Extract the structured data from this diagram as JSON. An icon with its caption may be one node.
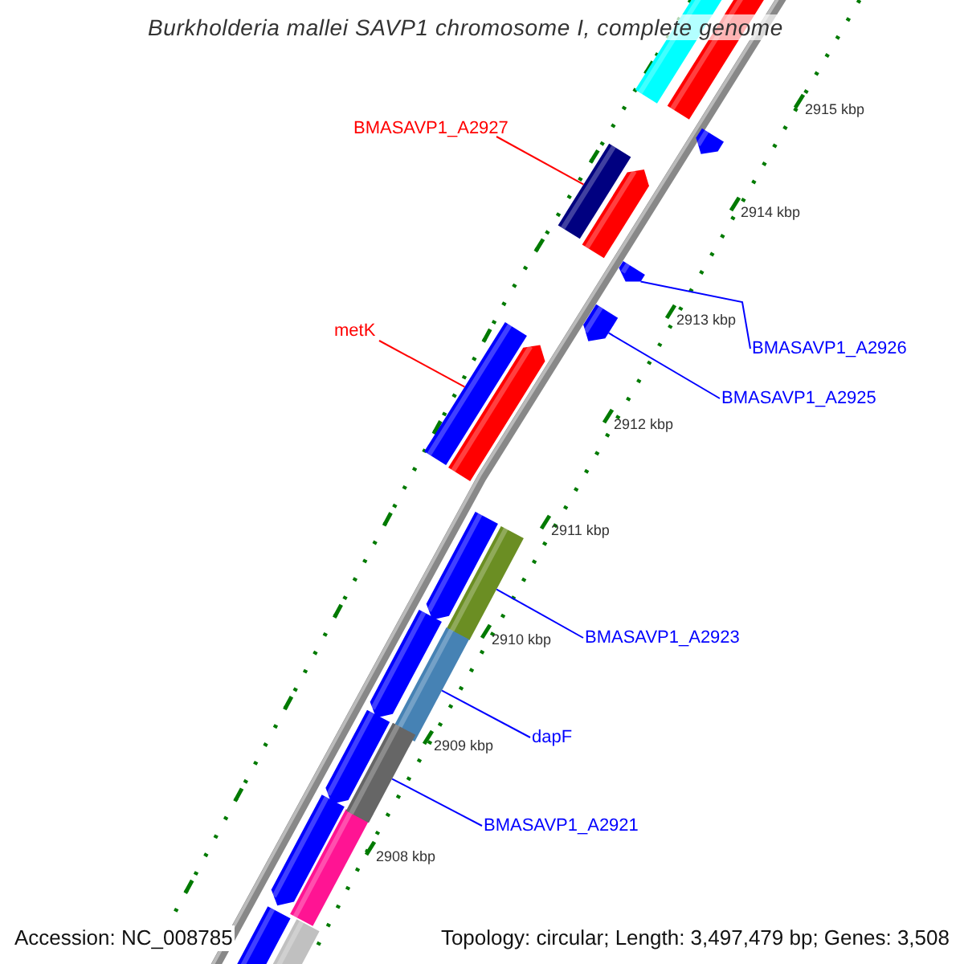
{
  "diagram": {
    "title": "Burkholderia mallei SAVP1 chromosome I, complete genome",
    "nodes": [
      {
        "text": [
          "BMASAVP1_A2927"
        ]
      },
      {
        "text": [
          "metK"
        ]
      },
      {
        "text": [
          "BMASAVP1_A2926"
        ]
      },
      {
        "text": [
          "BMASAVP1_A2925"
        ]
      },
      {
        "text": [
          "BMASAVP1_A2923"
        ]
      },
      {
        "text": [
          "dapF"
        ]
      },
      {
        "text": [
          "BMASAVP1_A2921"
        ]
      },
      {
        "text": [],
        "shape": "bar"
      },
      {
        "text": [],
        "shape": "bar"
      },
      {
        "text": [],
        "shape": "bar"
      },
      {
        "text": [],
        "shape": "bar"
      },
      {
        "text": [],
        "shape": "bar"
      },
      {
        "text": [],
        "shape": "bar"
      },
      {
        "text": [],
        "shape": "bar"
      }
    ],
    "edges": [
      {
        "from": 0,
        "to": 7,
        "arrow": "none",
        "color": "#ff0000"
      },
      {
        "from": 1,
        "to": 10,
        "arrow": "none",
        "color": "#ff0000"
      },
      {
        "from": 2,
        "to": 8,
        "arrow": "none"
      },
      {
        "from": 3,
        "to": 9,
        "arrow": "none"
      },
      {
        "from": 4,
        "to": 11,
        "arrow": "none"
      },
      {
        "from": 5,
        "to": 12,
        "arrow": "none"
      },
      {
        "from": 6,
        "to": 13,
        "arrow": "none"
      }
    ],
    "labels": [
      "2915 kbp",
      "2914 kbp",
      "2913 kbp",
      "2912 kbp",
      "2911 kbp",
      "2910 kbp",
      "2909 kbp",
      "2908 kbp",
      "Accession: NC_008785",
      "Topology: circular; Length: 3,497,479 bp; Genes: 3,508"
    ]
  }
}
